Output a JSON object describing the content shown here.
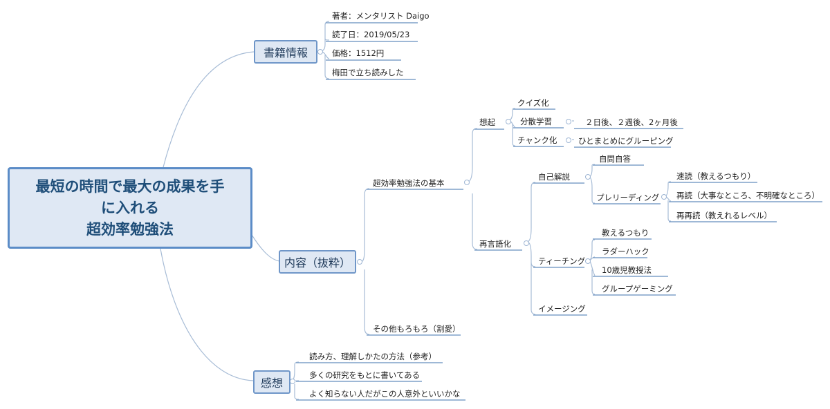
{
  "title": {
    "lines": [
      "最短の時間で最大の成果を手",
      "に入れる",
      "超効率勉強法"
    ]
  },
  "branches": {
    "book_info": {
      "label": "書籍情報",
      "items": [
        "著者：メンタリスト Daigo",
        "読了日：2019/05/23",
        "価格：1512円",
        "梅田で立ち読みした"
      ]
    },
    "content": {
      "label": "内容（抜粋）",
      "basic": {
        "label": "超効率勉強法の基本",
        "recall": {
          "label": "想起",
          "quiz": "クイズ化",
          "spaced": "分散学習",
          "spaced_detail": "２日後、２週後、2ヶ月後",
          "chunk": "チャンク化",
          "chunk_detail": "ひとまとめにグルーピング"
        },
        "rephrase": {
          "label": "再言語化",
          "self_explain": "自己解説",
          "self_qa": "自問自答",
          "prereading": "プレリーディング",
          "speed": "速読（教えるつもり）",
          "reread": "再読（大事なところ、不明確なところ）",
          "rereread": "再再読（教えれるレベル）",
          "teaching": "ティーチング",
          "teach_intent": "教えるつもり",
          "rubber_duck": "ラダーハック",
          "ten_year_old": "10歳児教授法",
          "group_gaming": "グループゲーミング",
          "imaging": "イメージング"
        }
      },
      "others": "その他もろもろ（割愛）"
    },
    "impressions": {
      "label": "感想",
      "items": [
        "読み方、理解しかたの方法（参考）",
        "多くの研究をもとに書いてある",
        "よく知らない人だがこの人意外といいかな"
      ]
    }
  }
}
